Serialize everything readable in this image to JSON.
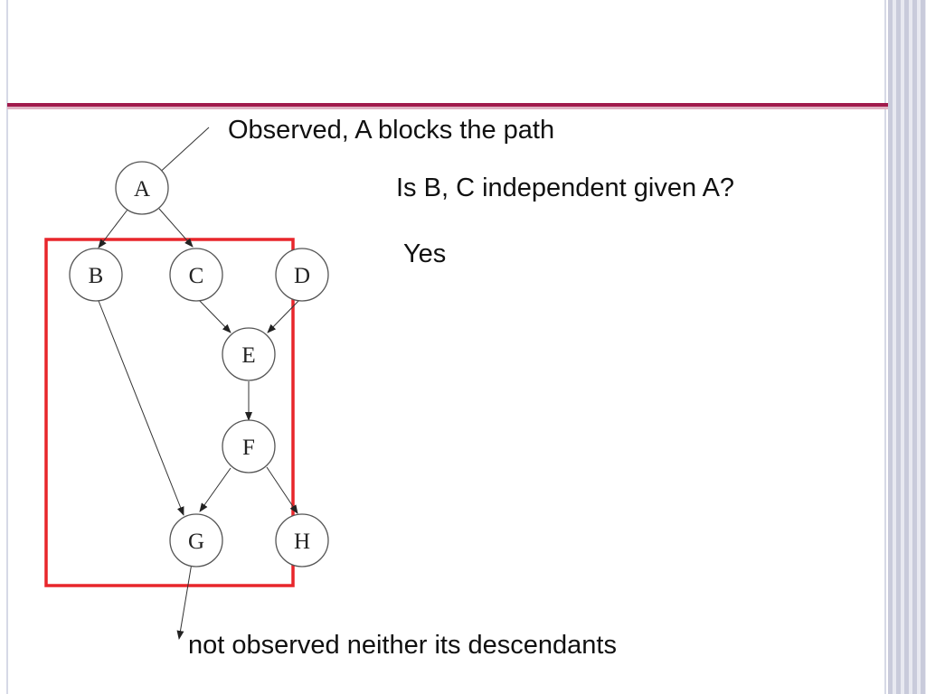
{
  "slide": {
    "annotation_top": "Observed, A blocks the path",
    "question": "Is B, C independent  given A?",
    "answer": "Yes",
    "annotation_bottom": "not observed neither its descendants"
  },
  "graph": {
    "nodes": {
      "A": "A",
      "B": "B",
      "C": "C",
      "D": "D",
      "E": "E",
      "F": "F",
      "G": "G",
      "H": "H"
    },
    "edges": [
      [
        "A",
        "B"
      ],
      [
        "A",
        "C"
      ],
      [
        "B",
        "G"
      ],
      [
        "C",
        "E"
      ],
      [
        "D",
        "E"
      ],
      [
        "E",
        "F"
      ],
      [
        "F",
        "G"
      ],
      [
        "F",
        "H"
      ]
    ],
    "highlight_color": "#e8262b"
  },
  "colors": {
    "title_rule": "#a11a4c"
  }
}
